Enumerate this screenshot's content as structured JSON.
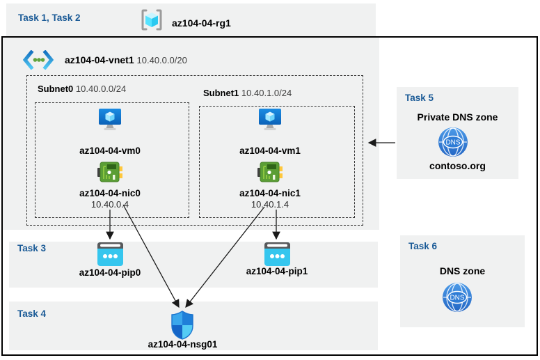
{
  "header": {
    "tasks_label": "Task 1, Task 2",
    "resource_group": "az104-04-rg1"
  },
  "vnet": {
    "name": "az104-04-vnet1",
    "cidr": "10.40.0.0/20",
    "subnets": [
      {
        "name": "Subnet0",
        "cidr": "10.40.0.0/24",
        "vm": "az104-04-vm0",
        "nic": "az104-04-nic0",
        "ip": "10.40.0.4"
      },
      {
        "name": "Subnet1",
        "cidr": "10.40.1.0/24",
        "vm": "az104-04-vm1",
        "nic": "az104-04-nic1",
        "ip": "10.40.1.4"
      }
    ]
  },
  "task3": {
    "label": "Task 3",
    "pip0": "az104-04-pip0",
    "pip1": "az104-04-pip1"
  },
  "task4": {
    "label": "Task 4",
    "nsg": "az104-04-nsg01"
  },
  "task5": {
    "label": "Task 5",
    "title": "Private DNS zone",
    "zone": "contoso.org",
    "dns_icon_text": "DNS"
  },
  "task6": {
    "label": "Task 6",
    "title": "DNS zone",
    "dns_icon_text": "DNS"
  },
  "colors": {
    "task_heading": "#1A5A96",
    "panel_gray": "#F0F1F1",
    "vm_blue": "#1184DB",
    "nic_green": "#5B9E35",
    "pip_cyan": "#35C6EE",
    "dns_blue": "#2E7CD6",
    "arrow_black": "#1A1A1A"
  }
}
